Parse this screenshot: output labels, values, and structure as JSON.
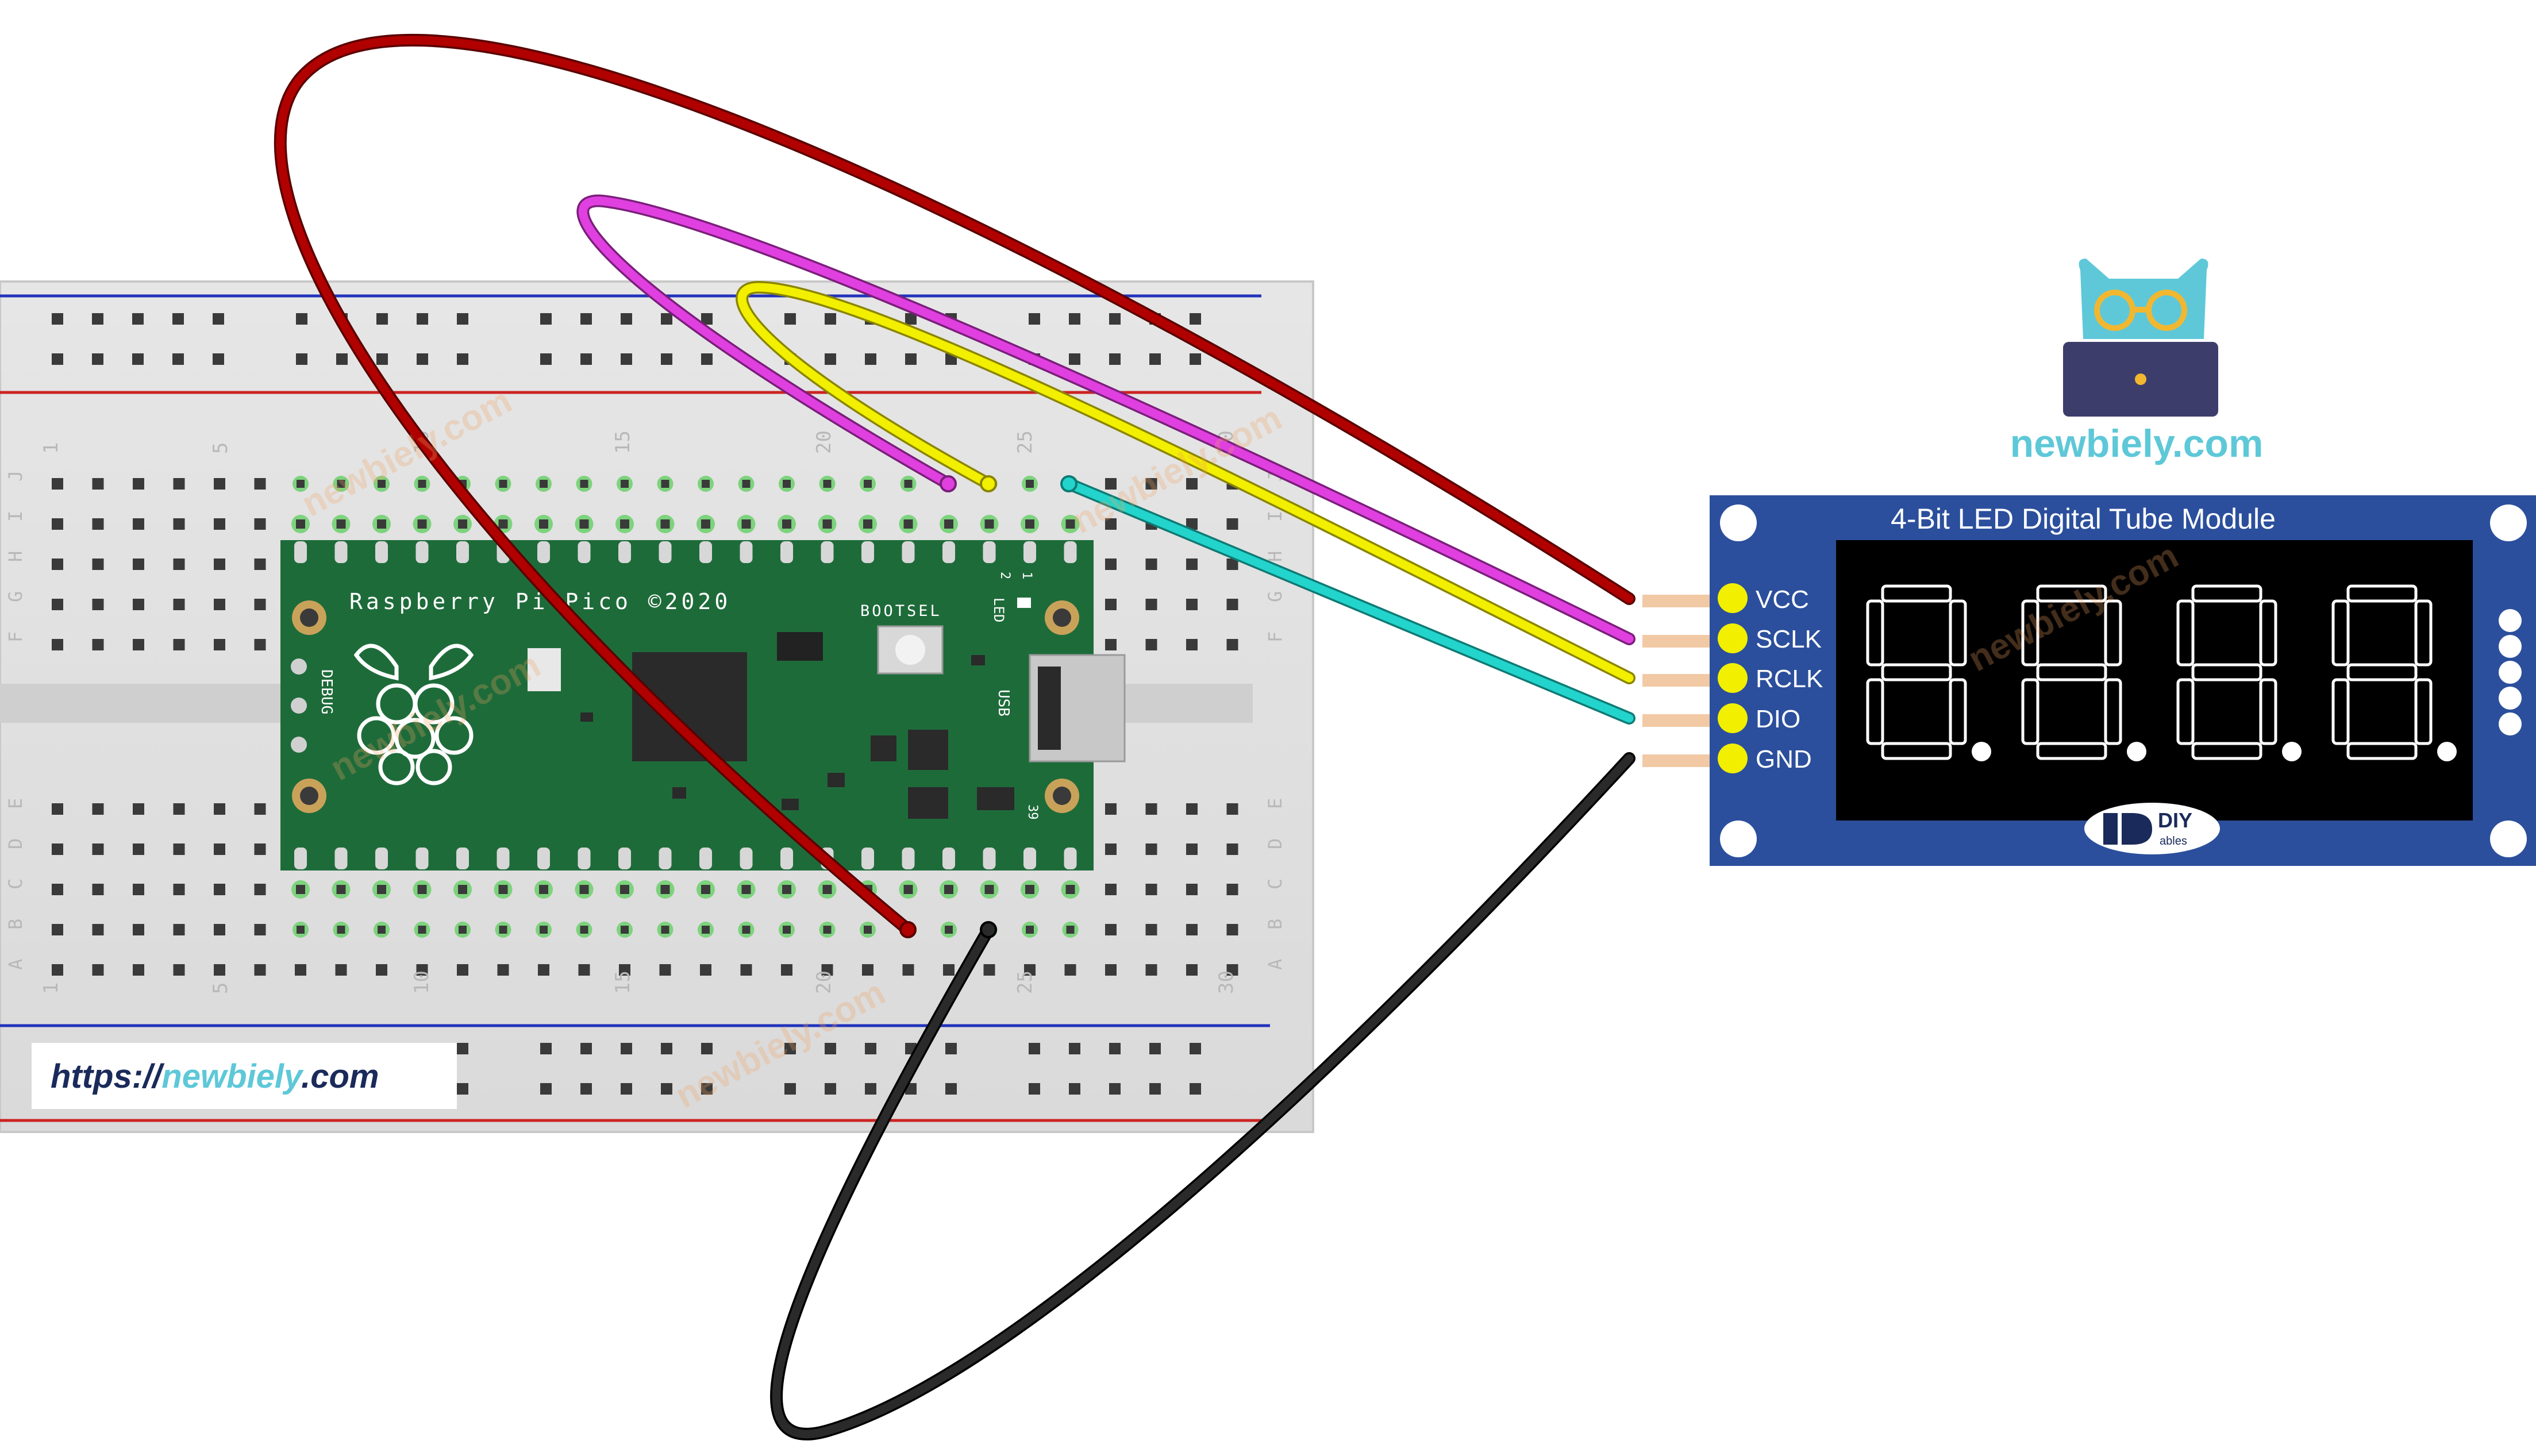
{
  "brand": {
    "site_name": "newbiely.com",
    "url_prefix": "https://",
    "url_domain": "newbiely",
    "url_suffix": ".com",
    "watermark": "newbiely.com",
    "icon": "owl-laptop-icon"
  },
  "breadboard": {
    "column_numbers": [
      "1",
      "5",
      "10",
      "15",
      "20",
      "25",
      "30"
    ],
    "row_letters_top": [
      "J",
      "I",
      "H",
      "G",
      "F"
    ],
    "row_letters_bottom": [
      "E",
      "D",
      "C",
      "B",
      "A"
    ],
    "rail_colors": {
      "positive": "#cc2222",
      "negative": "#2233bb"
    }
  },
  "pico": {
    "title": "Raspberry Pi Pico ©2020",
    "bootsel_label": "BOOTSEL",
    "led_label": "LED",
    "usb_label": "USB",
    "debug_label": "DEBUG",
    "pin_numbers": [
      "1",
      "2",
      "39"
    ],
    "board_color": "#1e6b3a",
    "logo": "raspberry-logo-icon"
  },
  "display_module": {
    "title": "4-Bit LED Digital Tube Module",
    "pins": [
      "VCC",
      "SCLK",
      "RCLK",
      "DIO",
      "GND"
    ],
    "digits": 4,
    "logo_text": "DIY",
    "logo_subtext": "ables",
    "board_color": "#2b4f9c"
  },
  "wires": [
    {
      "from": "pico-vbus",
      "to": "VCC",
      "color": "#b00000"
    },
    {
      "from": "pico-gp-sclk",
      "to": "SCLK",
      "color": "#e040e0"
    },
    {
      "from": "pico-gp-rclk",
      "to": "RCLK",
      "color": "#f2ef00"
    },
    {
      "from": "pico-gp-dio",
      "to": "DIO",
      "color": "#22d4cc"
    },
    {
      "from": "pico-gnd",
      "to": "GND",
      "color": "#1a1a1a"
    }
  ]
}
